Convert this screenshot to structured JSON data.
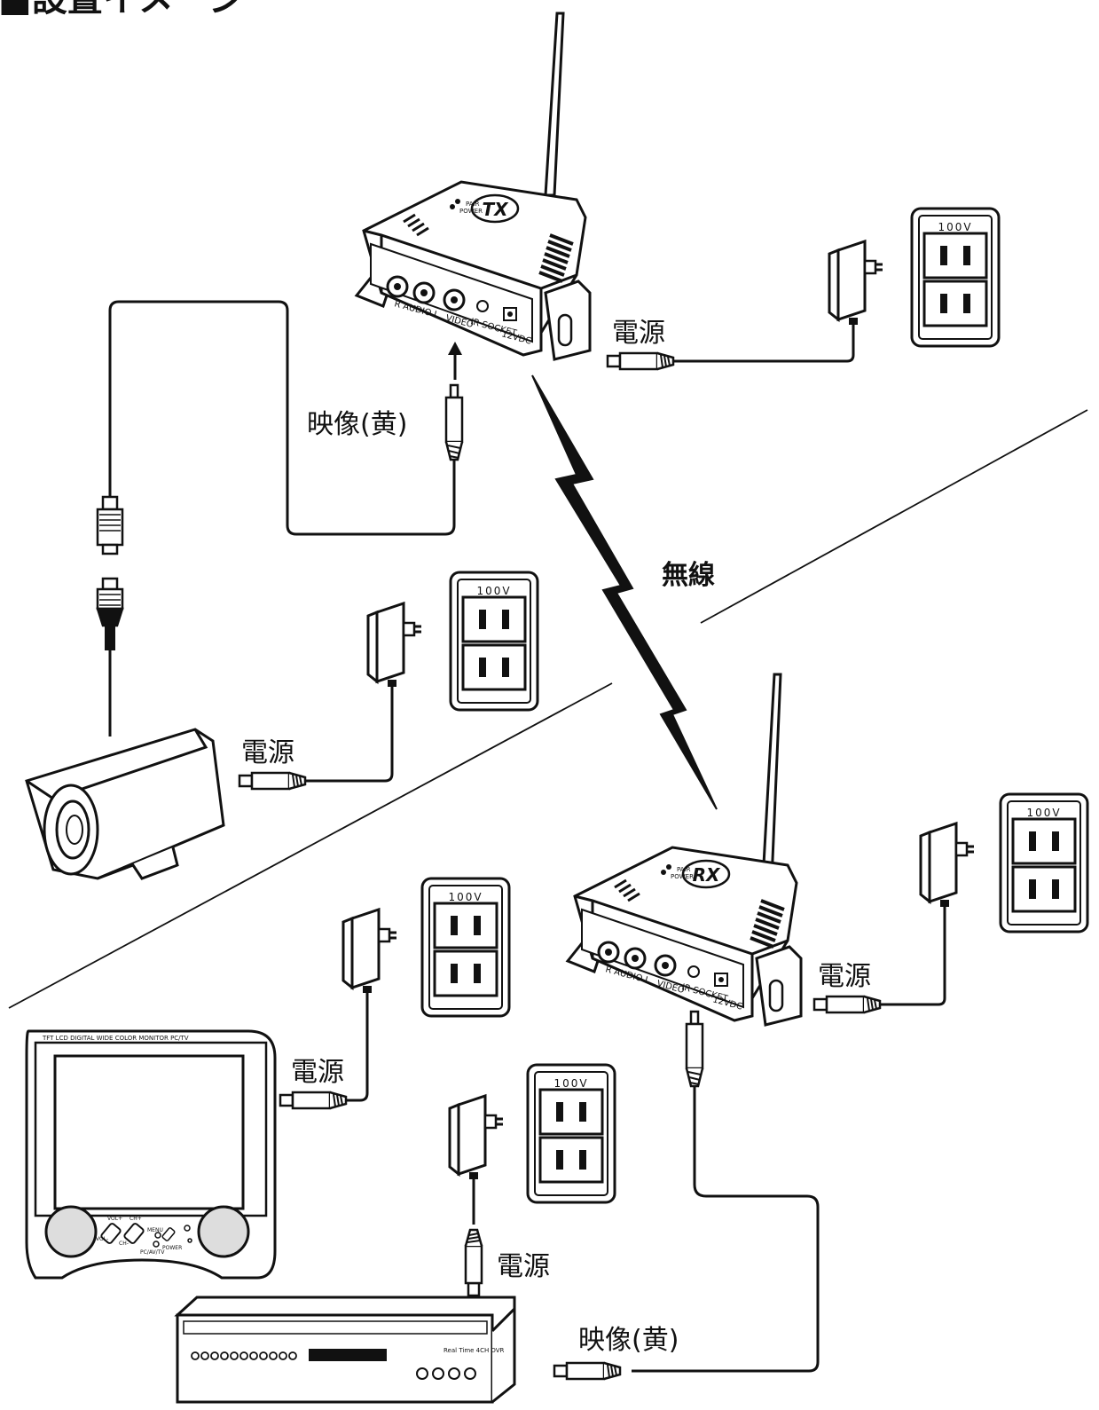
{
  "title": "■設置イメージ",
  "wireless_label": "無線",
  "labels": {
    "power": "電源",
    "video_yellow": "映像(黄)",
    "outlet_voltage": "100V"
  },
  "transmitter": {
    "badge": "TX",
    "led_labels": [
      "PAIR",
      "POWER"
    ],
    "ports": [
      "R AUDIO L",
      "VIDEO",
      "IR SOCKET",
      "12VDC"
    ]
  },
  "receiver": {
    "badge": "RX",
    "led_labels": [
      "PAIR",
      "POWER"
    ],
    "ports": [
      "R AUDIO L",
      "VIDEO",
      "IR SOCKET",
      "12VDC"
    ]
  },
  "monitor": {
    "header": "TFT LCD DIGITAL WIDE COLOR MONITOR PC/TV",
    "buttons": [
      "VOL+",
      "CH+",
      "VOL-",
      "CH-",
      "MENU",
      "POWER",
      "PC/AV/TV"
    ]
  },
  "dvr": {
    "model": "Real Time 4CH DVR"
  }
}
